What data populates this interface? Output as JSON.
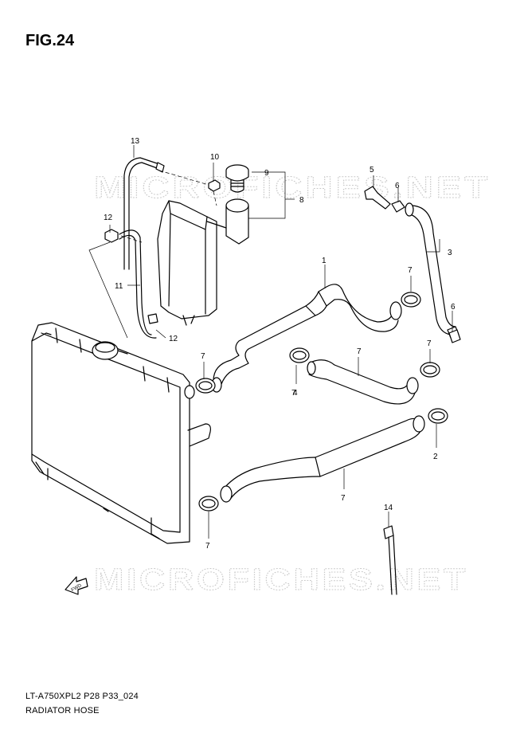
{
  "figure": {
    "title": "FIG.24",
    "code": "LT-A750XPL2 P28 P33_024",
    "caption": "RADIATOR HOSE"
  },
  "watermark": "MICROFICHES.NET",
  "fwd_label": "FWD",
  "callouts": [
    "13",
    "10",
    "9",
    "8",
    "5",
    "6",
    "3",
    "12",
    "11",
    "12",
    "1",
    "7",
    "6",
    "7",
    "4",
    "7",
    "7",
    "7",
    "2",
    "7",
    "7",
    "14"
  ]
}
